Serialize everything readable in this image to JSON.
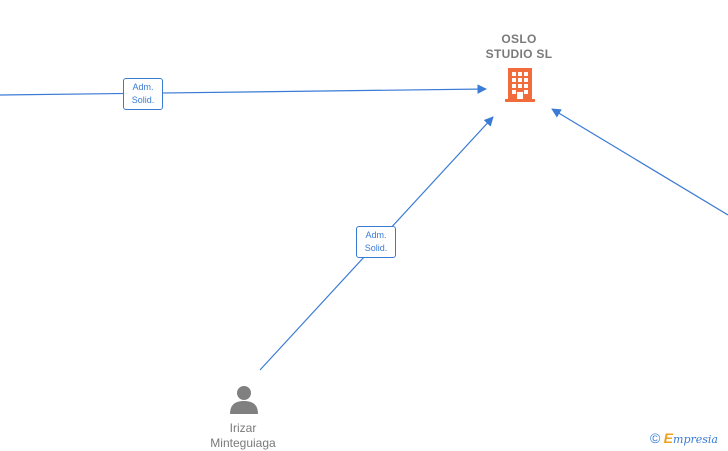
{
  "company": {
    "name_line1": "OSLO",
    "name_line2": "STUDIO  SL",
    "icon": "building-icon",
    "color": "#f26b3a"
  },
  "person": {
    "name_line1": "Irizar",
    "name_line2": "Minteguiaga",
    "icon": "person-icon",
    "color": "#808080"
  },
  "edges": [
    {
      "label_line1": "Adm.",
      "label_line2": "Solid."
    },
    {
      "label_line1": "Adm.",
      "label_line2": "Solid."
    }
  ],
  "edge_color": "#3a7bd5",
  "watermark": {
    "copyright": "©",
    "brand_initial": "E",
    "brand_rest": "mpresia"
  }
}
